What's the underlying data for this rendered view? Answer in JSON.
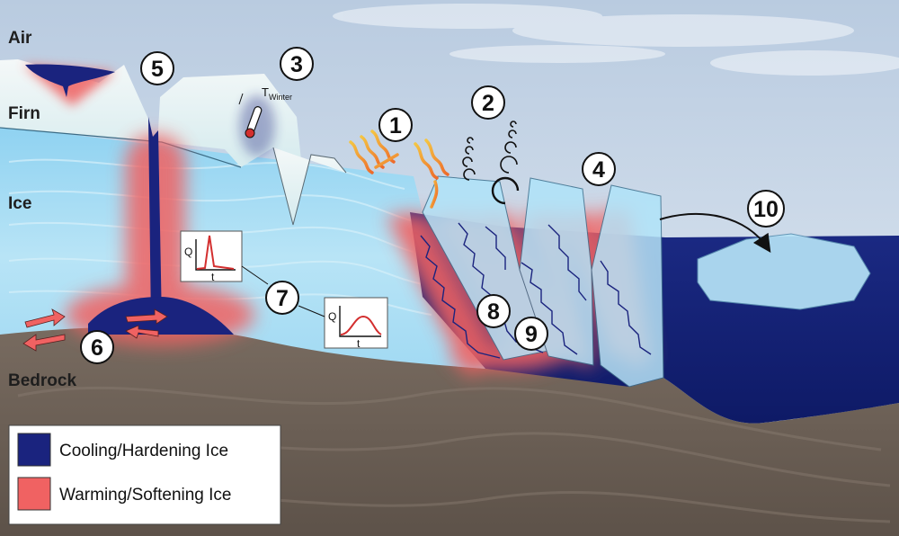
{
  "layers": {
    "air": "Air",
    "firn": "Firn",
    "ice": "Ice",
    "bedrock": "Bedrock"
  },
  "markers": [
    "1",
    "2",
    "3",
    "4",
    "5",
    "6",
    "7",
    "8",
    "9",
    "10"
  ],
  "thermometer": {
    "label_main": "T",
    "label_sub": "Winter"
  },
  "plots": {
    "sharp": {
      "y_label": "Q",
      "x_label": "t"
    },
    "broad": {
      "y_label": "Q",
      "x_label": "t"
    }
  },
  "legend": {
    "items": [
      {
        "label": "Cooling/Hardening Ice",
        "color": "#1a237e"
      },
      {
        "label": "Warming/Softening Ice",
        "color": "#f06262"
      }
    ]
  },
  "colors": {
    "sky": "#c7d6e6",
    "firn": "#e4f0f2",
    "ice": "#a9def4",
    "ocean": "#13237a",
    "bedrock": "#6e6258",
    "cold": "#1a237e",
    "warm": "#f06262"
  }
}
